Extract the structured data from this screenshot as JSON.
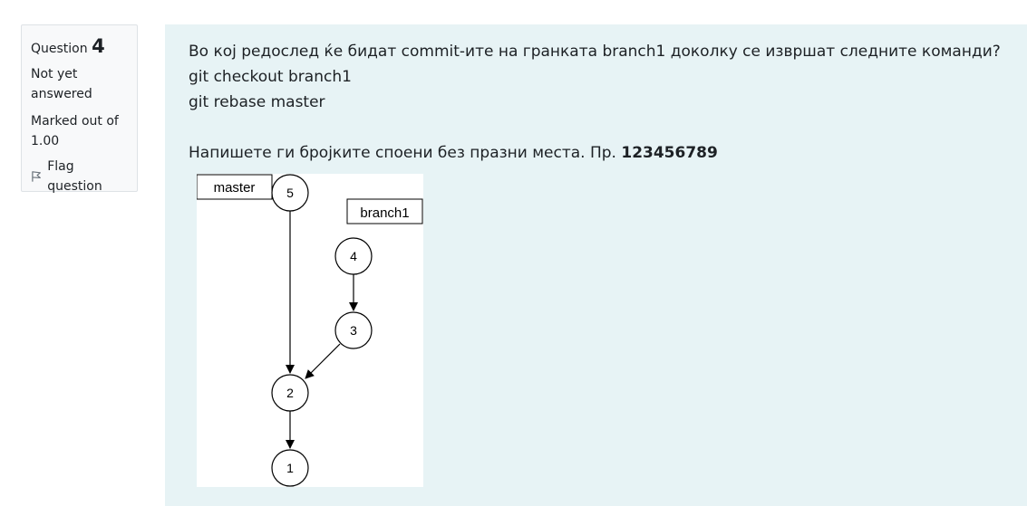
{
  "info": {
    "question_label": "Question",
    "question_number": "4",
    "state": "Not yet answered",
    "grade": "Marked out of 1.00",
    "flag_label": "Flag question"
  },
  "question": {
    "line1": "Во кој редослед ќе бидат commit-ите на гранката branch1 доколку се извршат следните команди?",
    "line2": "git checkout branch1",
    "line3": "git rebase master",
    "instruction": "Напишете ги бројките споени без празни места. Пр.",
    "example": "123456789"
  },
  "diagram": {
    "master_label": "master",
    "branch_label": "branch1",
    "nodes": [
      "5",
      "4",
      "3",
      "2",
      "1"
    ]
  }
}
